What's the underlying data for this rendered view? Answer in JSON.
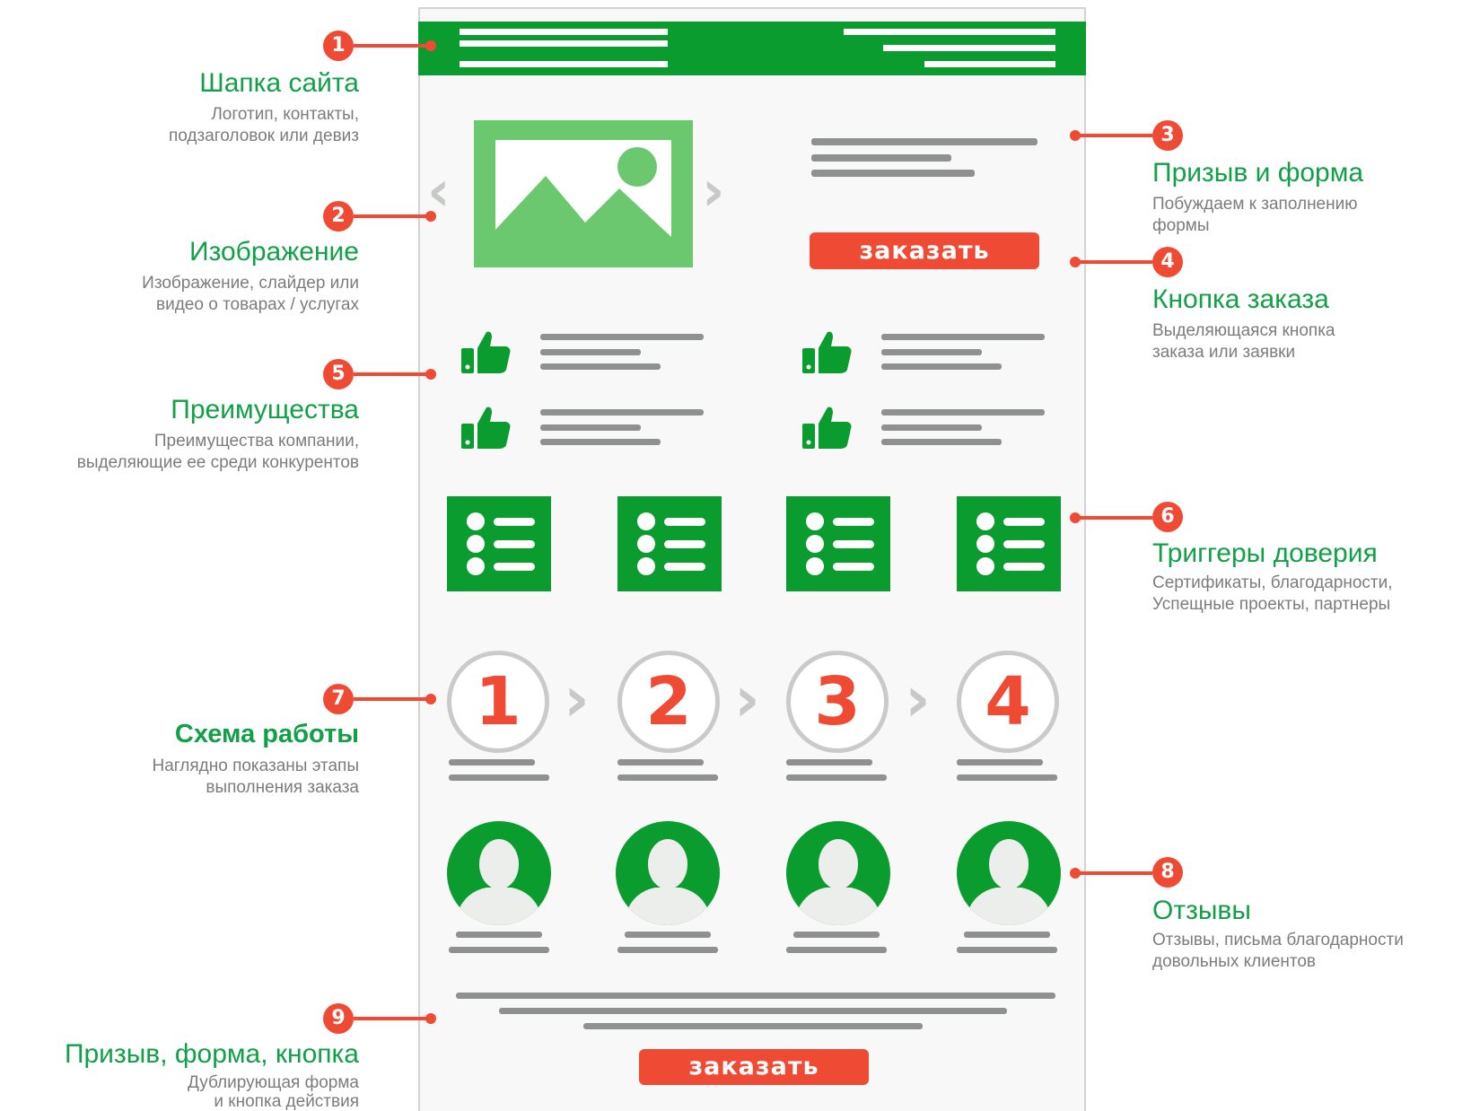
{
  "colors": {
    "green": "#0b9c2f",
    "light_green": "#6bc86f",
    "red": "#ef4a33",
    "gray": "#8f9190",
    "label_green": "#11a046"
  },
  "mockup": {
    "order_button_label": "заказать",
    "bottom_button_label": "заказать",
    "step_numbers": [
      "1",
      "2",
      "3",
      "4"
    ]
  },
  "callouts": [
    {
      "number": "1",
      "title": "Шапка сайта",
      "desc_lines": [
        "Логотип, контакты,",
        "подзаголовок или девиз"
      ]
    },
    {
      "number": "2",
      "title": "Изображение",
      "desc_lines": [
        "Изображение, слайдер  или",
        "видео о товарах / услугах"
      ]
    },
    {
      "number": "3",
      "title": "Призыв и форма",
      "desc_lines": [
        "Побуждаем к заполнению",
        "формы"
      ]
    },
    {
      "number": "4",
      "title": "Кнопка заказа",
      "desc_lines": [
        "Выделяющаяся кнопка",
        "заказа или заявки"
      ]
    },
    {
      "number": "5",
      "title": "Преимущества",
      "desc_lines": [
        "Преимущества компании,",
        "выделяющие ее среди конкурентов"
      ]
    },
    {
      "number": "6",
      "title": "Триггеры доверия",
      "desc_lines": [
        "Сертификаты, благодарности,",
        "Успещные проекты, партнеры"
      ]
    },
    {
      "number": "7",
      "title": "Схема работы",
      "desc_lines": [
        "Наглядно показаны этапы",
        "выполнения заказа"
      ]
    },
    {
      "number": "8",
      "title": "Отзывы",
      "desc_lines": [
        "Отзывы, письма благодарности",
        "довольных клиентов"
      ]
    },
    {
      "number": "9",
      "title": "Призыв, форма, кнопка",
      "desc_lines": [
        "Дублирующая форма",
        "и кнопка действия"
      ]
    }
  ]
}
